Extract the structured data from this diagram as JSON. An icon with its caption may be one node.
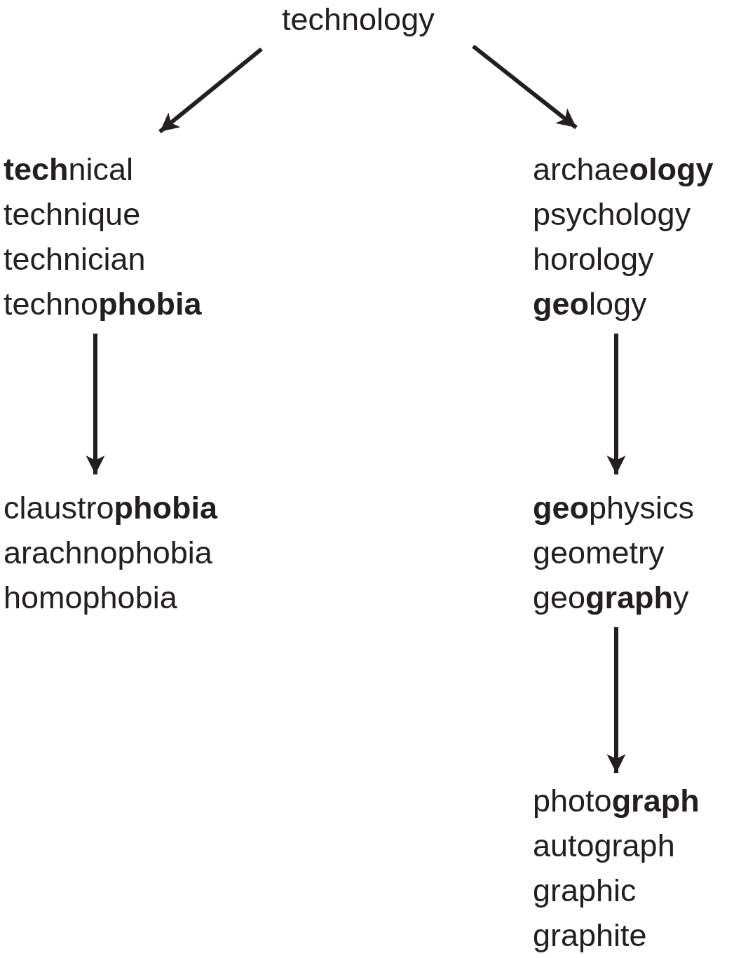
{
  "diagram": {
    "nodes": [
      {
        "text": [
          "technology"
        ]
      },
      {
        "text": [
          "**tech**nical",
          "technique",
          "technician",
          "techno**phobia**"
        ]
      },
      {
        "text": [
          "archae**ology**",
          "psychology",
          "horology",
          "**geo**logy"
        ]
      },
      {
        "text": [
          "claustro**phobia**",
          "arachnophobia",
          "homophobia"
        ]
      },
      {
        "text": [
          "**geo**physics",
          "geometry",
          "geo**graph**y"
        ]
      },
      {
        "text": [
          "photo**graph**",
          "autograph",
          "graphic",
          "graphite"
        ]
      }
    ],
    "edges": [
      {
        "from": 0,
        "to": 1,
        "arrow": "to"
      },
      {
        "from": 0,
        "to": 2,
        "arrow": "to"
      },
      {
        "from": 1,
        "to": 3,
        "arrow": "to"
      },
      {
        "from": 2,
        "to": 4,
        "arrow": "to"
      },
      {
        "from": 4,
        "to": 5,
        "arrow": "to"
      }
    ]
  }
}
